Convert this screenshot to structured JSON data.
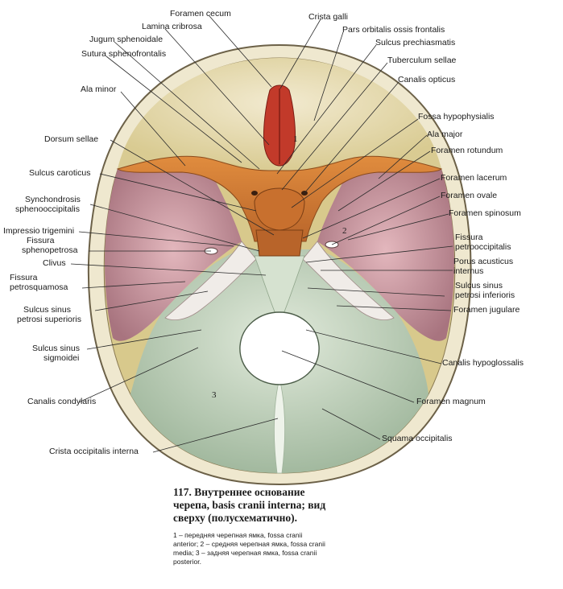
{
  "labels": {
    "foramen_cecum": "Foramen cecum",
    "crista_galli": "Crista galli",
    "lamina_cribrosa": "Lamina cribrosa",
    "pars_orbitalis": "Pars orbitalis ossis frontalis",
    "jugum_sphenoidale": "Jugum sphenoidale",
    "sulcus_prechiasmatis": "Sulcus prechiasmatis",
    "sutura_sphenofrontalis": "Sutura sphenofrontalis",
    "tuberculum_sellae": "Tuberculum sellae",
    "canalis_opticus": "Canalis opticus",
    "ala_minor": "Ala minor",
    "fossa_hypophysialis": "Fossa hypophysialis",
    "ala_major": "Ala major",
    "dorsum_sellae": "Dorsum sellae",
    "foramen_rotundum": "Foramen rotundum",
    "sulcus_caroticus": "Sulcus caroticus",
    "foramen_lacerum": "Foramen lacerum",
    "foramen_ovale": "Foramen ovale",
    "synchondrosis_1": "Synchondrosis",
    "synchondrosis_2": "sphenooccipitalis",
    "foramen_spinosum": "Foramen spinosum",
    "impressio_trigemini": "Impressio trigemini",
    "fissura_sphenopetrosa_1": "Fissura",
    "fissura_sphenopetrosa_2": "sphenopetrosa",
    "fissura_petrooccipitalis_1": "Fissura",
    "fissura_petrooccipitalis_2": "petrooccipitalis",
    "clivus": "Clivus",
    "porus_acusticus_1": "Porus acusticus",
    "porus_acusticus_2": "internus",
    "fissura_petrosquamosa_1": "Fissura",
    "fissura_petrosquamosa_2": "petrosquamosa",
    "sulcus_sinus_petrosi_inferioris_1": "Sulcus sinus",
    "sulcus_sinus_petrosi_inferioris_2": "petrosi inferioris",
    "sulcus_sinus_petrosi_superioris_1": "Sulcus sinus",
    "sulcus_sinus_petrosi_superioris_2": "petrosi superioris",
    "foramen_jugulare": "Foramen jugulare",
    "sulcus_sinus_sigmoidei_1": "Sulcus sinus",
    "sulcus_sinus_sigmoidei_2": "sigmoidei",
    "canalis_hypoglossalis": "Canalis hypoglossalis",
    "canalis_condylaris": "Canalis condylaris",
    "foramen_magnum": "Foramen magnum",
    "squama_occipitalis": "Squama occipitalis",
    "crista_occipitalis_interna": "Crista occipitalis interna"
  },
  "fossa_numbers": {
    "one": "1",
    "two": "2",
    "three": "3"
  },
  "caption": {
    "title": "117. Внутреннее основание\nчерепа, basis cranii interna; вид\nсверху (полусхематично).",
    "note": "1 – передняя черепная ямка, fossa cranii\nanterior; 2 – средняя черепная ямка, fossa cranii\nmedia; 3 – задняя черепная ямка, fossa cranii\nposterior."
  },
  "colors": {
    "frontal_bone": "#e8ddb0",
    "cribriform": "#c23a2a",
    "sphenoid": "#d2782e",
    "temporal": "#c88c9a",
    "occipital": "#b9cfb2",
    "skull_rim": "#f1ecd6",
    "leader_line": "#2a2a2a"
  }
}
